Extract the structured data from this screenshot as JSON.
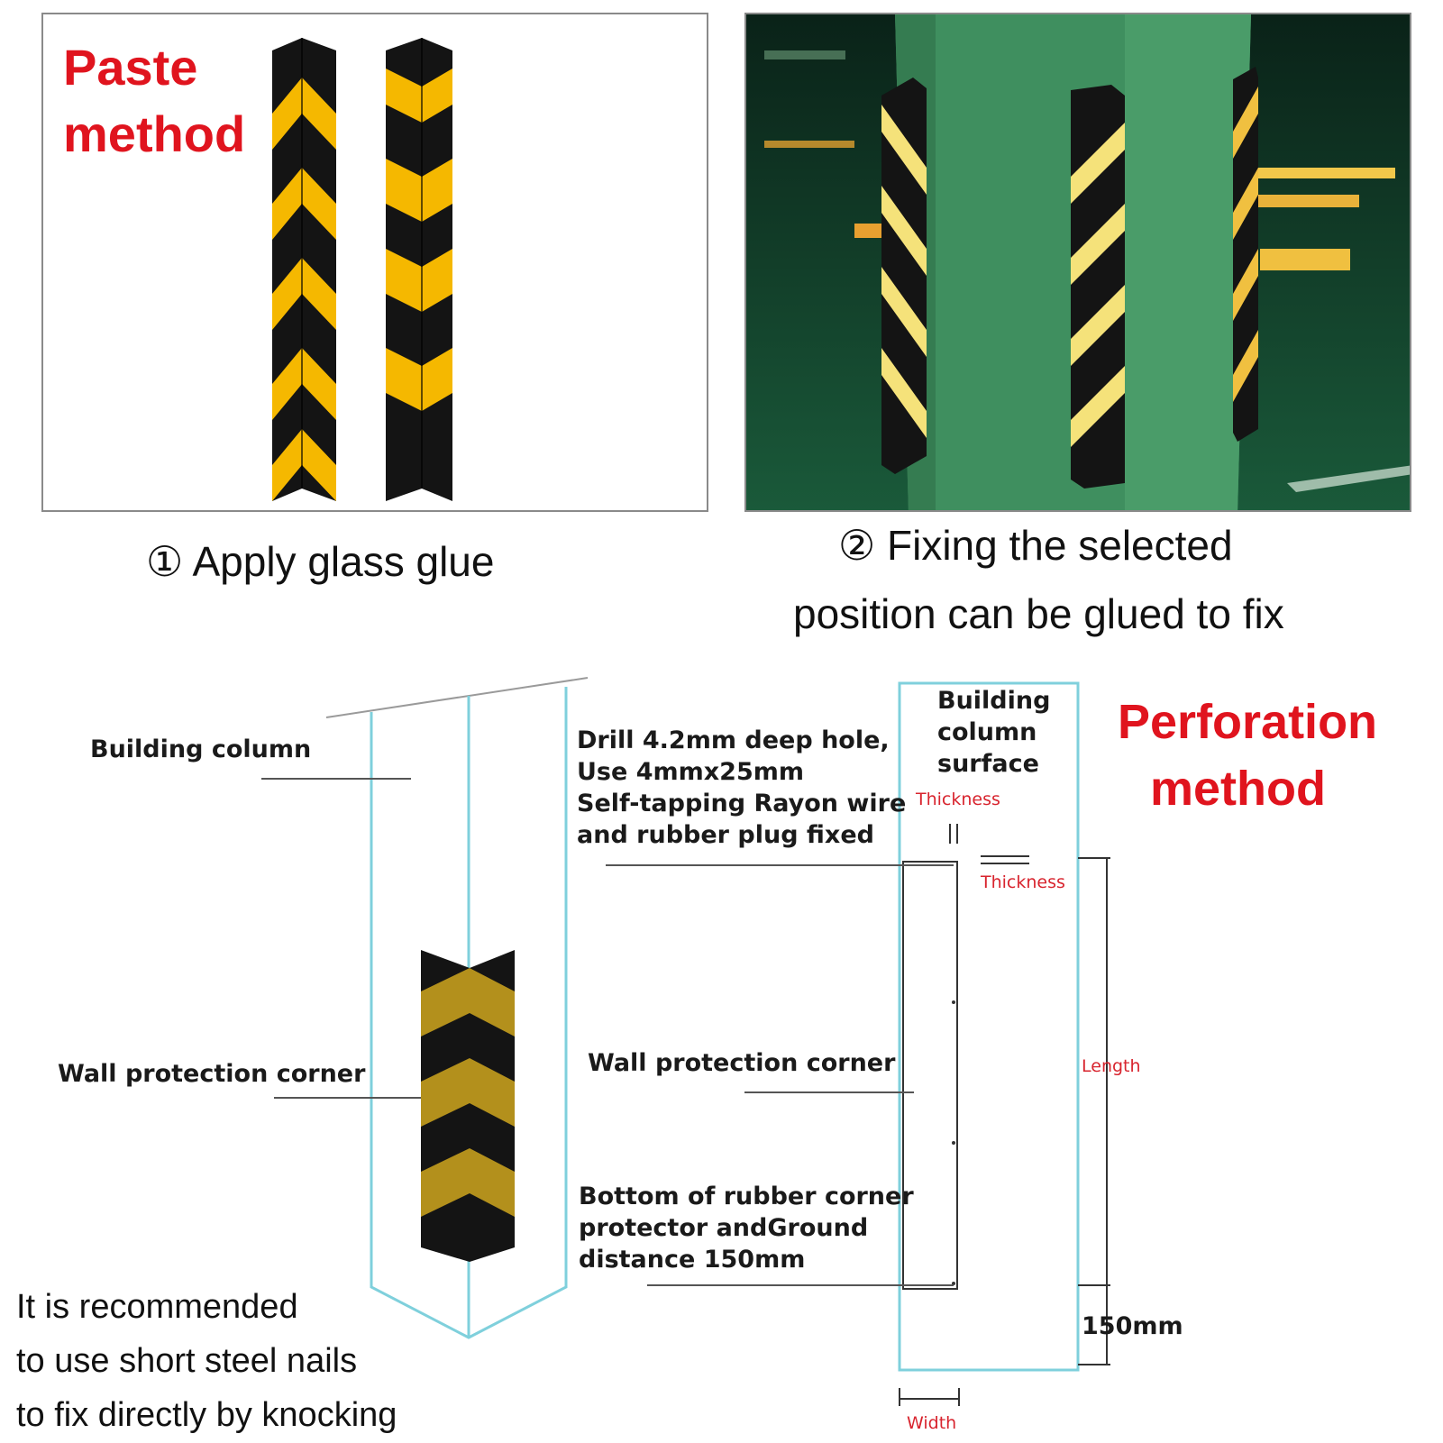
{
  "paste": {
    "title_line1": "Paste",
    "title_line2": "method",
    "step1_caption": "① Apply glass glue",
    "step2_caption_line1": "② Fixing the selected",
    "step2_caption_line2": "position can be glued to fix"
  },
  "diagram": {
    "building_column_label": "Building column",
    "wall_corner_label_left": "Wall protection corner",
    "drill_note_line1": "Drill 4.2mm deep hole,",
    "drill_note_line2": "Use 4mmx25mm",
    "drill_note_line3": "Self-tapping Rayon wire",
    "drill_note_line4": "and rubber plug fixed",
    "wall_corner_label_right": "Wall protection corner",
    "bottom_note_line1": "Bottom of rubber corner",
    "bottom_note_line2": "protector andGround",
    "bottom_note_line3": "distance 150mm",
    "surface_label_line1": "Building",
    "surface_label_line2": "column",
    "surface_label_line3": "surface",
    "thickness_top": "Thickness",
    "thickness_side": "Thickness",
    "length": "Length",
    "gap": "150mm",
    "width": "Width"
  },
  "perforation": {
    "title_line1": "Perforation",
    "title_line2": "method"
  },
  "nail_note": {
    "line1": "It is recommended",
    "line2": "to use short steel nails",
    "line3": "to fix directly by knocking"
  },
  "colors": {
    "accent_red": "#e0141e",
    "stripe_yellow": "#f5b800",
    "stripe_black": "#141414",
    "column_green": "#3f8f5f",
    "outline_cyan": "#7fd0dc"
  }
}
